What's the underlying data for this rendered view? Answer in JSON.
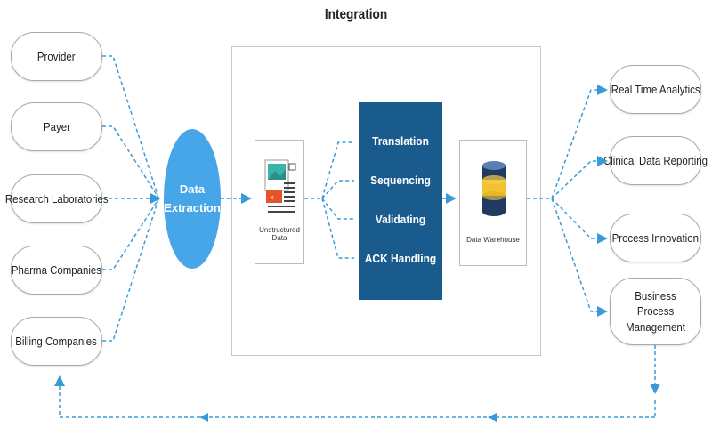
{
  "title": "Integration",
  "sources": [
    "Provider",
    "Payer",
    "Research Laboratories",
    "Pharma Companies",
    "Billing Companies"
  ],
  "extraction": {
    "line1": "Data",
    "line2": "Extraction"
  },
  "unstructured_label": "Unstructured Data",
  "processes": [
    "Translation",
    "Sequencing",
    "Validating",
    "ACK Handling"
  ],
  "warehouse_label": "Data Warehouse",
  "outputs": [
    "Real Time Analytics",
    "Clinical Data Reporting",
    "Process Innovation",
    "Business Process Management"
  ],
  "colors": {
    "accent_blue": "#46a6e8",
    "process_dark": "#1a5b8e",
    "connector": "#3a9ad9",
    "db_yellow": "#f2c230",
    "db_dark": "#1f3b60"
  }
}
